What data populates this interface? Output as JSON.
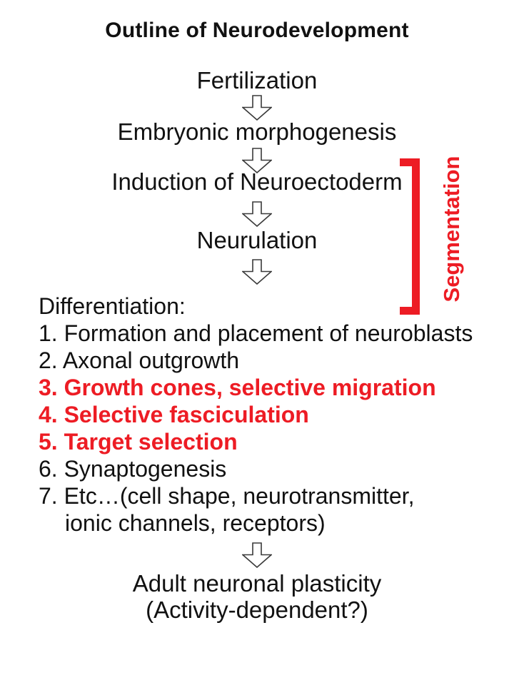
{
  "slide": {
    "title": "Outline of Neurodevelopment",
    "flow_steps": [
      {
        "label": "Fertilization"
      },
      {
        "label": "Embryonic morphogenesis"
      },
      {
        "label": "Induction of Neuroectoderm"
      },
      {
        "label": "Neurulation"
      }
    ],
    "connector_icon": "down-block-arrow",
    "differentiation": {
      "heading": "Differentiation:",
      "items": [
        {
          "text": "1. Formation and placement of neuroblasts",
          "highlight": false,
          "indent": false
        },
        {
          "text": "2. Axonal outgrowth",
          "highlight": false,
          "indent": false
        },
        {
          "text": "3. Growth cones, selective migration",
          "highlight": true,
          "indent": false
        },
        {
          "text": "4. Selective fasciculation",
          "highlight": true,
          "indent": false
        },
        {
          "text": "5. Target selection",
          "highlight": true,
          "indent": false
        },
        {
          "text": "6. Synaptogenesis",
          "highlight": false,
          "indent": false
        },
        {
          "text": "7. Etc…(cell shape, neurotransmitter,",
          "highlight": false,
          "indent": false
        },
        {
          "text": "ionic channels, receptors)",
          "highlight": false,
          "indent": true
        }
      ]
    },
    "final_step": {
      "line1": "Adult neuronal plasticity",
      "line2": "(Activity-dependent?)"
    },
    "annotation": {
      "label": "Segmentation",
      "bracket": "right-square-bracket"
    },
    "colors": {
      "highlight_red": "#ed1c24",
      "text_black": "#111111",
      "arrow_outline": "#3a3a3a",
      "background": "#ffffff"
    }
  }
}
